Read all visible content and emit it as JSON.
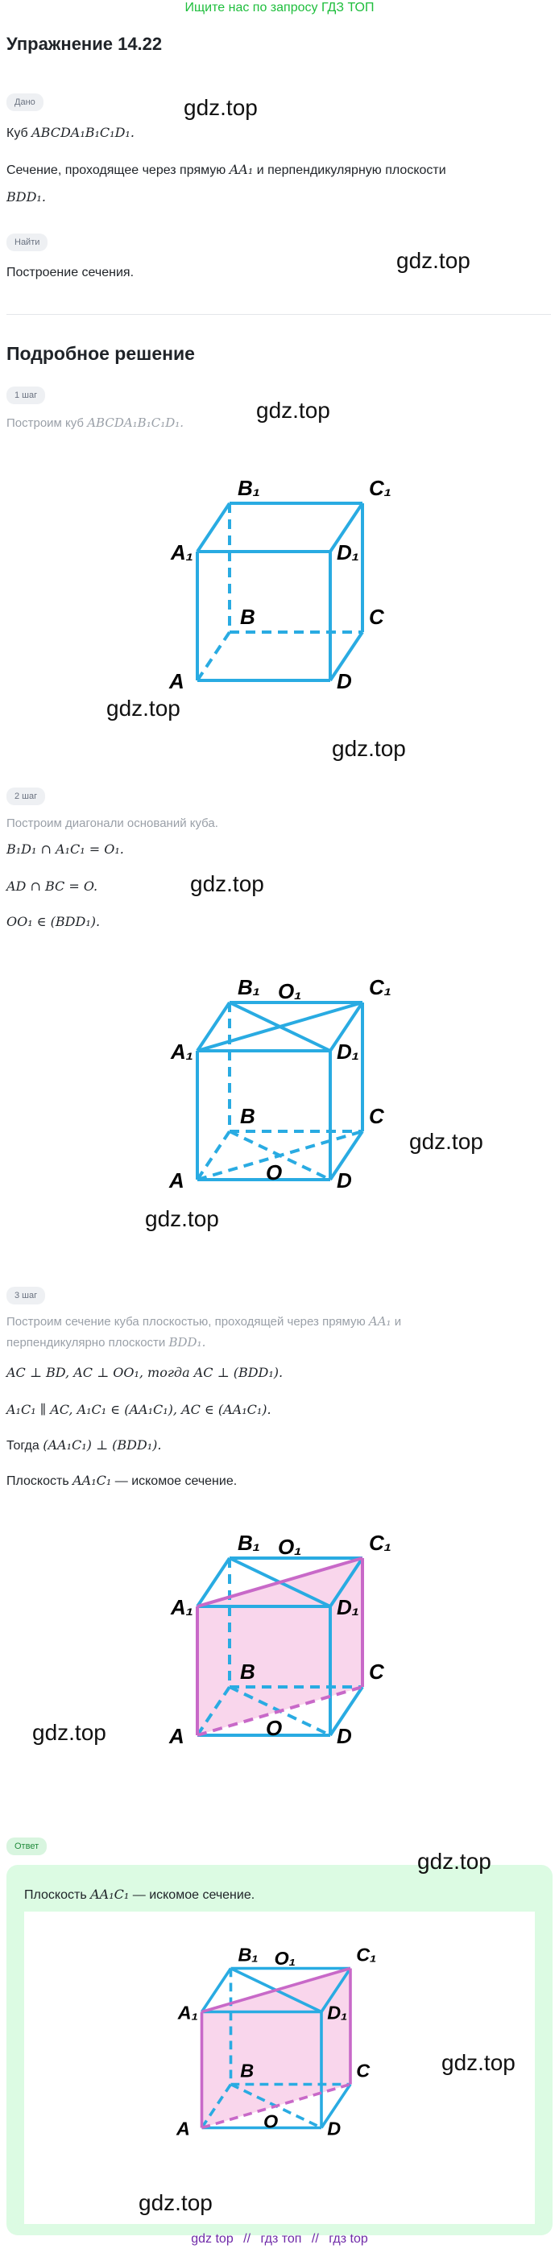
{
  "banner": "Ищите нас по запросу ГДЗ ТОП",
  "title": "Упражнение 14.22",
  "given": {
    "label": "Дано",
    "line1_prefix": "Куб ",
    "line1_math": "ABCDA₁B₁C₁D₁.",
    "line2_text": "Сечение, проходящее через прямую ",
    "line2_math": "AA₁",
    "line2_suffix": " и перпендикулярную плоскости",
    "line3_math": "BDD₁."
  },
  "find": {
    "label": "Найти",
    "text": "Построение сечения."
  },
  "solution_heading": "Подробное решение",
  "step1": {
    "label": "1 шаг",
    "text_prefix": "Построим куб ",
    "text_math": "ABCDA₁B₁C₁D₁."
  },
  "step2": {
    "label": "2 шаг",
    "text": "Построим диагонали оснований куба.",
    "eq1": "B₁D₁ ∩ A₁C₁ = O₁.",
    "eq2": "AD ∩ BC = O.",
    "eq3": "OO₁ ∈ (BDD₁)."
  },
  "step3": {
    "label": "3 шаг",
    "text1_prefix": "Построим сечение куба плоскостью, проходящей через прямую ",
    "text1_math": "AA₁",
    "text1_suffix": " и",
    "text2_prefix": "перпендикулярно плоскости ",
    "text2_math": "BDD₁.",
    "eq1": "AC ⊥ BD, AC ⊥ OO₁, тогда AC ⊥ (BDD₁).",
    "eq2": "A₁C₁ ∥ AC, A₁C₁ ∈ (AA₁C₁), AC ∈ (AA₁C₁).",
    "eq3_prefix": "Тогда ",
    "eq3_math": "(AA₁C₁) ⊥ (BDD₁).",
    "eq4_prefix": "Плоскость ",
    "eq4_math": "AA₁C₁",
    "eq4_suffix": " — искомое сечение."
  },
  "answer": {
    "label": "Ответ",
    "text_prefix": "Плоскость ",
    "text_math": "AA₁C₁",
    "text_suffix": " — искомое сечение."
  },
  "watermark": "gdz.top",
  "cube_labels": {
    "A": "A",
    "B": "B",
    "C": "C",
    "D": "D",
    "A1": "A₁",
    "B1": "B₁",
    "C1": "C₁",
    "D1": "D₁",
    "O": "O",
    "O1": "O₁"
  },
  "footer": [
    "gdz top",
    "//",
    "гдз топ",
    "//",
    "гдз top"
  ],
  "colors": {
    "cube_edge": "#29abe2",
    "section_edge": "#c869c8",
    "section_fill": "#f9d6ec",
    "banner": "#1ebe3c",
    "answer_bg": "#dcfbe3"
  }
}
